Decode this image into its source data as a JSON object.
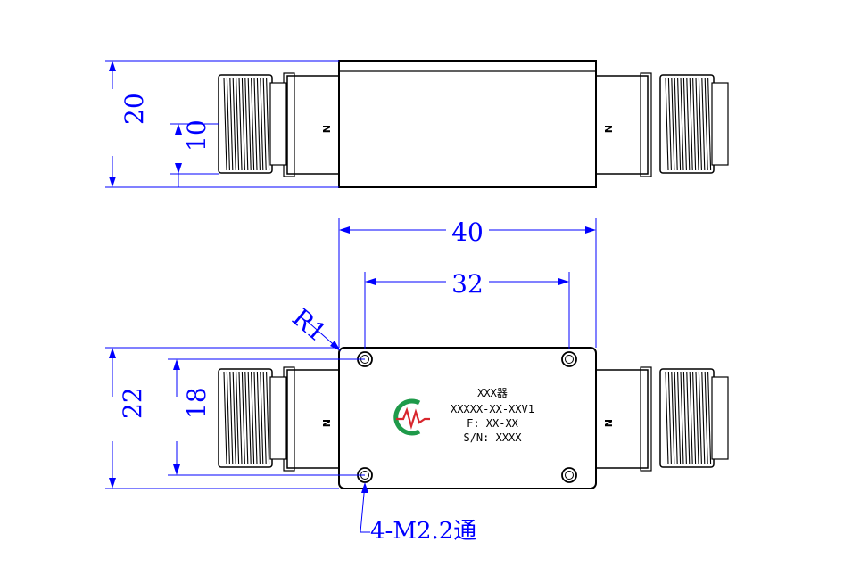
{
  "dimensions": {
    "side_height": "20",
    "side_connector_height": "10",
    "overall_length": "40",
    "hole_spacing_x": "32",
    "corner_radius": "R1",
    "top_height": "22",
    "hole_spacing_y": "18",
    "hole_spec": "4-M2.2通"
  },
  "connectors": {
    "side_left": "N",
    "side_right": "N",
    "top_left": "N",
    "top_right": "N"
  },
  "nameplate": {
    "line1": "XXX器",
    "line2": "XXXXX-XX-XXV1",
    "line3": "F: XX-XX",
    "line4": "S/N: XXXX"
  },
  "colors": {
    "outline": "#000000",
    "dimension": "#0000ff",
    "logo_red": "#d8262d",
    "logo_green": "#1f9a4a"
  }
}
